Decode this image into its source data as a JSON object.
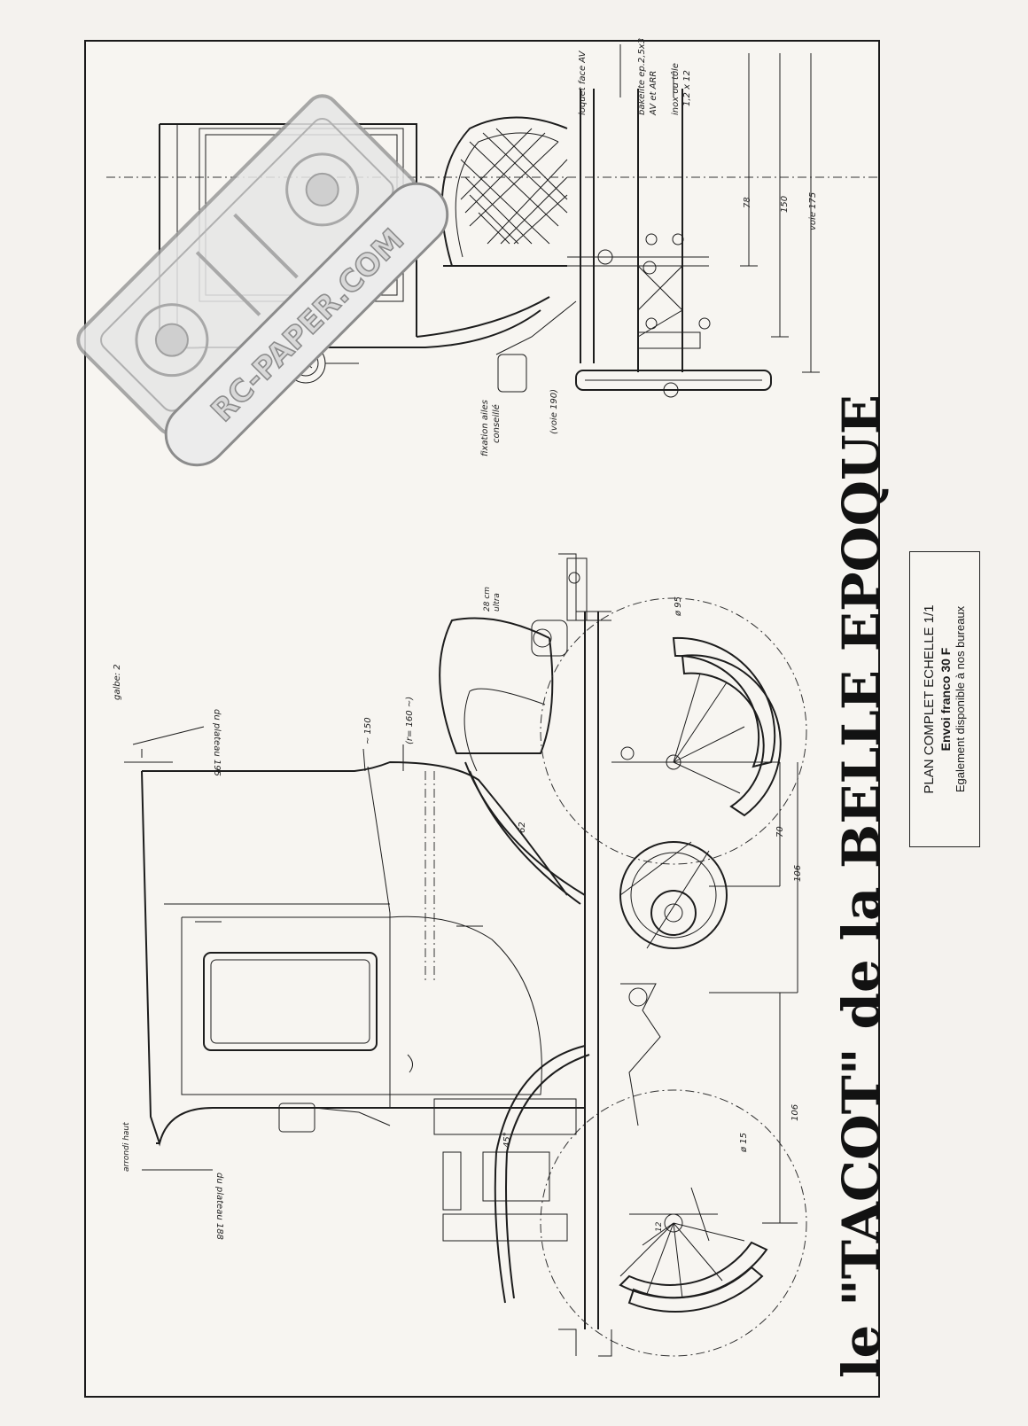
{
  "title": {
    "prefix": "le",
    "name": "\"TACOT\"",
    "suffix": "de la BELLE EPOQUE"
  },
  "info_box": {
    "line1": "PLAN COMPLET ECHELLE 1/1",
    "line2": "Envoi franco 30 F",
    "line3": "Egalement disponible à nos bureaux"
  },
  "watermark": "RC-PAPER.COM",
  "annotations": {
    "bakelite": "bakélite ep.2,5x3",
    "av_arr": "AV et ARR",
    "inox": "inox ou tôle",
    "inox_dim": "1,2 x 12",
    "loquet": "loquet face AV",
    "fixation": "fixation ailes",
    "conseille": "conseillé",
    "voie_190": "(voie 190)",
    "voie_175": "voie 175",
    "dim_78": "78",
    "dim_150": "150",
    "phi_95": "ø 95",
    "phi_15": "ø 15",
    "dim_70": "70",
    "dim_106a": "106",
    "dim_106b": "106",
    "dim_62": "62",
    "dim_45": "45°",
    "dim_28": "28 cm",
    "dim_28b": "ultra",
    "du_plateau_195": "du plateau 195",
    "galbe": "galbe: 2",
    "approx_150": "~ 150",
    "r_160": "(r= 160 ~)",
    "du_plateau_188": "du plateau 188",
    "arrondi": "arrondi haut",
    "dim_12": "12"
  }
}
